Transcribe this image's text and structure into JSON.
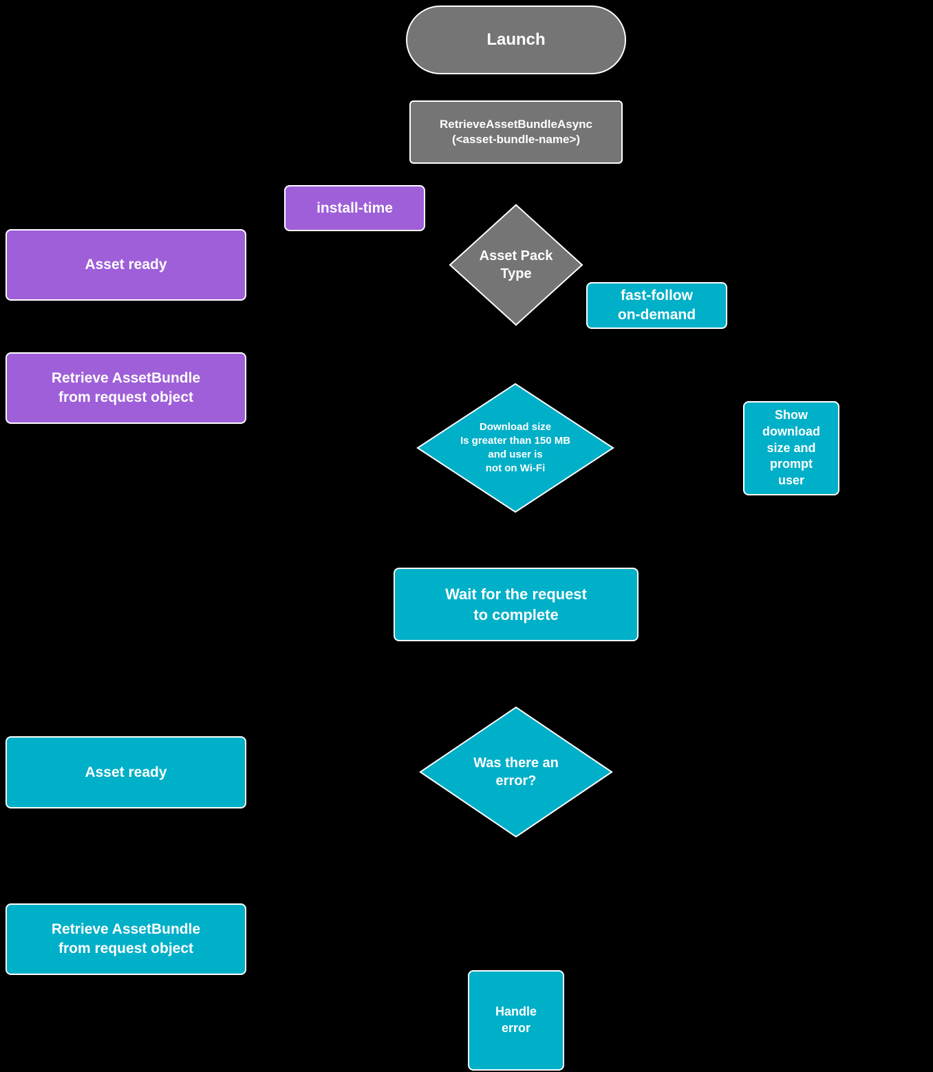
{
  "colors": {
    "background": "#000000",
    "gray": "#757575",
    "purple": "#9e5fd8",
    "teal": "#00afc8",
    "text": "#ffffff",
    "border": "#ffffff"
  },
  "nodes": {
    "launch": {
      "label": "Launch"
    },
    "retrieve_asset_bundle_async": {
      "label": "RetrieveAssetBundleAsync\n(<asset-bundle-name>)"
    },
    "install_time": {
      "label": "install-time"
    },
    "asset_pack_type": {
      "label": "Asset Pack\nType"
    },
    "asset_ready_install": {
      "label": "Asset ready"
    },
    "fast_follow_on_demand": {
      "label": "fast-follow\non-demand"
    },
    "retrieve_from_request_install": {
      "label": "Retrieve AssetBundle\nfrom request object"
    },
    "download_size_check": {
      "label": "Download size\nIs greater than 150 MB\nand user is\nnot on Wi-Fi"
    },
    "show_download_size": {
      "label": "Show\ndownload\nsize and\nprompt\nuser"
    },
    "wait_for_request": {
      "label": "Wait for the request\nto complete"
    },
    "was_there_error": {
      "label": "Was there an\nerror?"
    },
    "asset_ready_ondemand": {
      "label": "Asset ready"
    },
    "retrieve_from_request_ondemand": {
      "label": "Retrieve AssetBundle\nfrom request object"
    },
    "handle_error": {
      "label": "Handle\nerror"
    }
  }
}
